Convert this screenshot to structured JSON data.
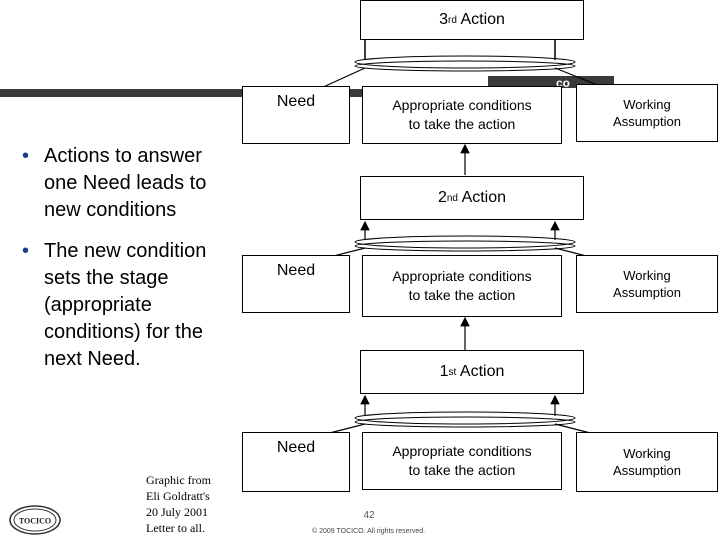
{
  "actions": {
    "third": {
      "ordinal": "3",
      "suffix": "rd",
      "label": " Action"
    },
    "second": {
      "ordinal": "2",
      "suffix": "nd",
      "label": " Action"
    },
    "first": {
      "ordinal": "1",
      "suffix": "st",
      "label": " Action"
    }
  },
  "need_label": "Need",
  "condition_line1": "Appropriate conditions",
  "condition_line2": "to take the action",
  "working_line1": "Working",
  "working_line2": "Assumption",
  "bullets": [
    "Actions to answer one Need leads to new conditions",
    "The new condition sets the stage (appropriate conditions) for the next Need."
  ],
  "bullet_glyph": "•",
  "caption": [
    "Graphic from",
    "Eli Goldratt's",
    "20 July 2001",
    "Letter to all."
  ],
  "page_number": "42",
  "copyright": "© 2009 TOCICO. All rights reserved.",
  "header_fragment": "co",
  "logo_text": "TOCICO",
  "colors": {
    "bullet": "#1a3a8c",
    "header_bar": "#3a3a3a"
  }
}
